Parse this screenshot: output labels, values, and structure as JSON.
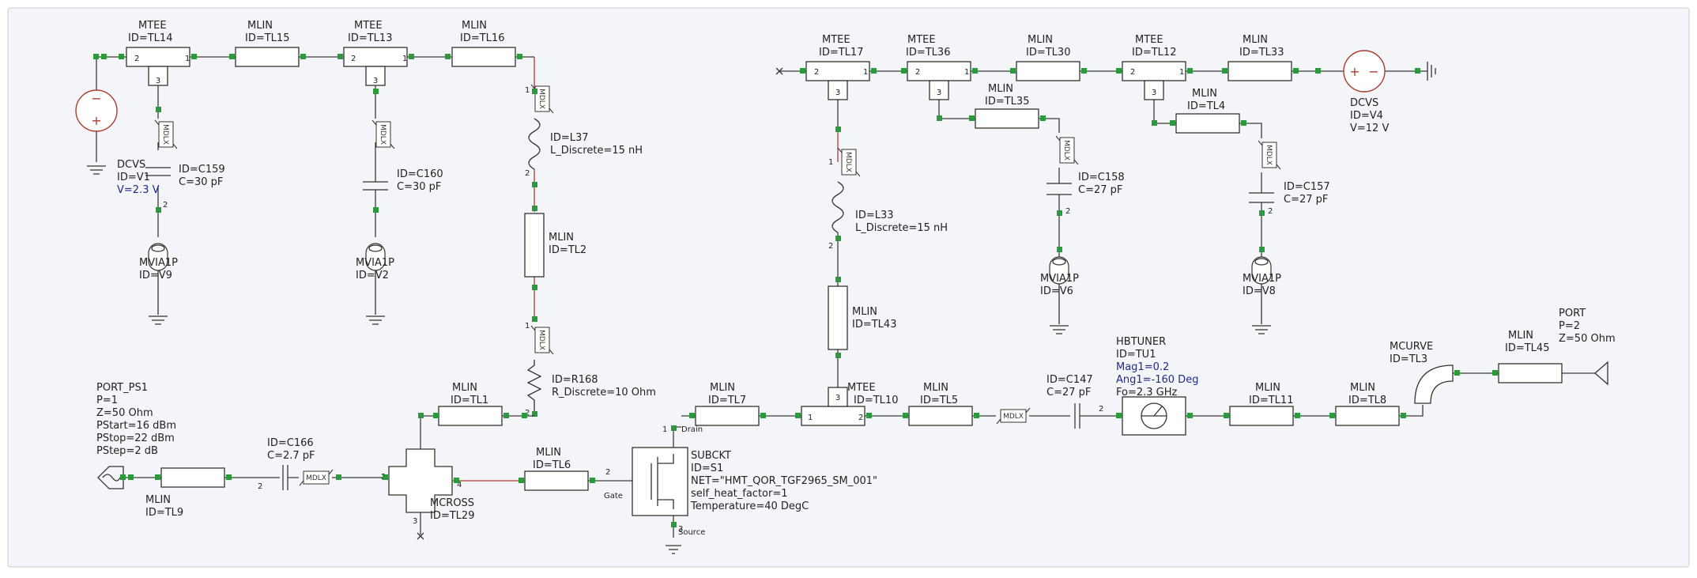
{
  "colors": {
    "background": "#f4f5f9",
    "wire": "#3a3a3a",
    "wire_active": "#b03a2e",
    "node": "#2c9a3c",
    "blue_param": "#1f2a8c"
  },
  "top_left": {
    "tl14": {
      "type": "MTEE",
      "id": "ID=TL14"
    },
    "tl15": {
      "type": "MLIN",
      "id": "ID=TL15"
    },
    "tl13": {
      "type": "MTEE",
      "id": "ID=TL13"
    },
    "tl16": {
      "type": "MLIN",
      "id": "ID=TL16"
    },
    "v1": {
      "type": "DCVS",
      "id": "ID=V1",
      "value": "V=2.3 V"
    },
    "c159": {
      "id": "ID=C159",
      "value": "C=30 pF"
    },
    "c160": {
      "id": "ID=C160",
      "value": "C=30 pF"
    },
    "v9": {
      "type": "MVIA1P",
      "id": "ID=V9"
    },
    "v2": {
      "type": "MVIA1P",
      "id": "ID=V2"
    },
    "l37": {
      "id": "ID=L37",
      "value": "L_Discrete=15 nH"
    },
    "tl2": {
      "type": "MLIN",
      "id": "ID=TL2"
    },
    "r168": {
      "id": "ID=R168",
      "value": "R_Discrete=10 Ohm"
    }
  },
  "top_right": {
    "tl17": {
      "type": "MTEE",
      "id": "ID=TL17"
    },
    "tl36": {
      "type": "MTEE",
      "id": "ID=TL36"
    },
    "tl30": {
      "type": "MLIN",
      "id": "ID=TL30"
    },
    "tl12": {
      "type": "MTEE",
      "id": "ID=TL12"
    },
    "tl33": {
      "type": "MLIN",
      "id": "ID=TL33"
    },
    "tl35": {
      "type": "MLIN",
      "id": "ID=TL35"
    },
    "tl4": {
      "type": "MLIN",
      "id": "ID=TL4"
    },
    "v4": {
      "type": "DCVS",
      "id": "ID=V4",
      "value": "V=12 V"
    },
    "l33": {
      "id": "ID=L33",
      "value": "L_Discrete=15 nH"
    },
    "c158": {
      "id": "ID=C158",
      "value": "C=27 pF"
    },
    "c157": {
      "id": "ID=C157",
      "value": "C=27 pF"
    },
    "v6": {
      "type": "MVIA1P",
      "id": "ID=V6"
    },
    "v8": {
      "type": "MVIA1P",
      "id": "ID=V8"
    },
    "tl43": {
      "type": "MLIN",
      "id": "ID=TL43"
    }
  },
  "bottom": {
    "port_ps1": {
      "type": "PORT_PS1",
      "p": "P=1",
      "z": "Z=50 Ohm",
      "pstart": "PStart=16 dBm",
      "pstop": "PStop=22 dBm",
      "pstep": "PStep=2 dB"
    },
    "tl9": {
      "type": "MLIN",
      "id": "ID=TL9"
    },
    "c166": {
      "id": "ID=C166",
      "value": "C=2.7 pF"
    },
    "tl29": {
      "type": "MCROSS",
      "id": "ID=TL29"
    },
    "tl1": {
      "type": "MLIN",
      "id": "ID=TL1"
    },
    "tl6": {
      "type": "MLIN",
      "id": "ID=TL6"
    },
    "s1": {
      "type": "SUBCKT",
      "id": "ID=S1",
      "net": "NET=\"HMT_QOR_TGF2965_SM_001\"",
      "heat": "self_heat_factor=1",
      "temp": "Temperature=40 DegC",
      "drain": "Drain",
      "gate": "Gate",
      "source": "Source"
    },
    "tl7": {
      "type": "MLIN",
      "id": "ID=TL7"
    },
    "tl10": {
      "type": "MTEE",
      "id": "ID=TL10"
    },
    "tl5": {
      "type": "MLIN",
      "id": "ID=TL5"
    },
    "c147": {
      "id": "ID=C147",
      "value": "C=27 pF"
    },
    "tu1": {
      "type": "HBTUNER",
      "id": "ID=TU1",
      "mag": "Mag1=0.2",
      "ang": "Ang1=-160 Deg",
      "fo": "Fo=2.3 GHz"
    },
    "tl11": {
      "type": "MLIN",
      "id": "ID=TL11"
    },
    "tl8": {
      "type": "MLIN",
      "id": "ID=TL8"
    },
    "tl3": {
      "type": "MCURVE",
      "id": "ID=TL3"
    },
    "tl45": {
      "type": "MLIN",
      "id": "ID=TL45"
    },
    "port2": {
      "type": "PORT",
      "p": "P=2",
      "z": "Z=50 Ohm"
    }
  },
  "symbols": {
    "mdlx_label": "MDLX"
  },
  "pins": {
    "p1": "1",
    "p2": "2",
    "p3": "3",
    "p4": "4"
  }
}
